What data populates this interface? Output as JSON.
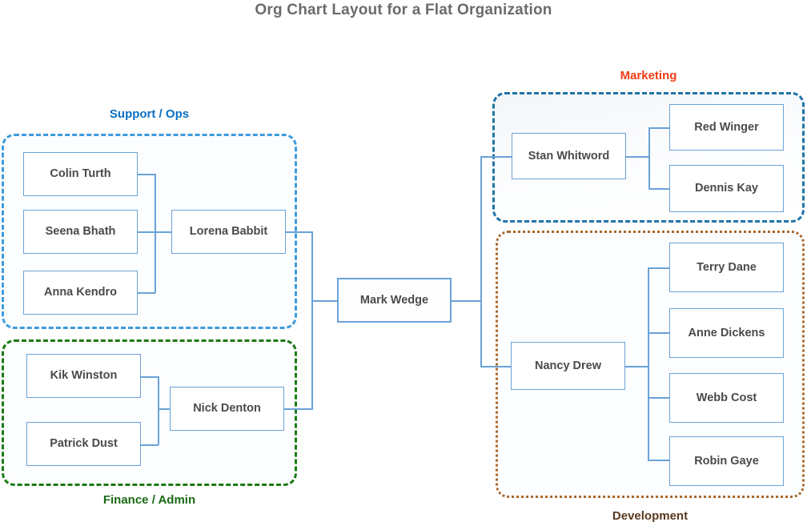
{
  "title": "Org Chart Layout for a Flat Organization",
  "colors": {
    "node_border": "#6aa2d8",
    "connector": "#6aa2d8",
    "title_text": "#6b6b6b",
    "node_text": "#4a4a4a",
    "support_label": "#0b6fc4",
    "support_border": "#3d9bdc",
    "finance_label": "#1a6b14",
    "finance_border": "#1a7a14",
    "marketing_label": "#f03c14",
    "marketing_border": "#1f74a8",
    "development_label": "#5a3a1e",
    "development_border": "#a9672c"
  },
  "root": {
    "name": "Mark Wedge"
  },
  "groups": {
    "support": {
      "label": "Support / Ops",
      "label_position": "above",
      "border_style": "dashed",
      "manager": "Lorena Babbit",
      "reports": [
        {
          "name": "Colin Turth"
        },
        {
          "name": "Seena Bhath"
        },
        {
          "name": "Anna Kendro"
        }
      ]
    },
    "finance": {
      "label": "Finance / Admin",
      "label_position": "below",
      "border_style": "dashed",
      "manager": "Nick Denton",
      "reports": [
        {
          "name": "Kik Winston"
        },
        {
          "name": "Patrick Dust"
        }
      ]
    },
    "marketing": {
      "label": "Marketing",
      "label_position": "above",
      "border_style": "dashed",
      "manager": "Stan Whitword",
      "reports": [
        {
          "name": "Red Winger"
        },
        {
          "name": "Dennis Kay"
        }
      ]
    },
    "development": {
      "label": "Development",
      "label_position": "below",
      "border_style": "dotted",
      "manager": "Nancy Drew",
      "reports": [
        {
          "name": "Terry Dane"
        },
        {
          "name": "Anne Dickens"
        },
        {
          "name": "Webb Cost"
        },
        {
          "name": "Robin Gaye"
        }
      ]
    }
  }
}
